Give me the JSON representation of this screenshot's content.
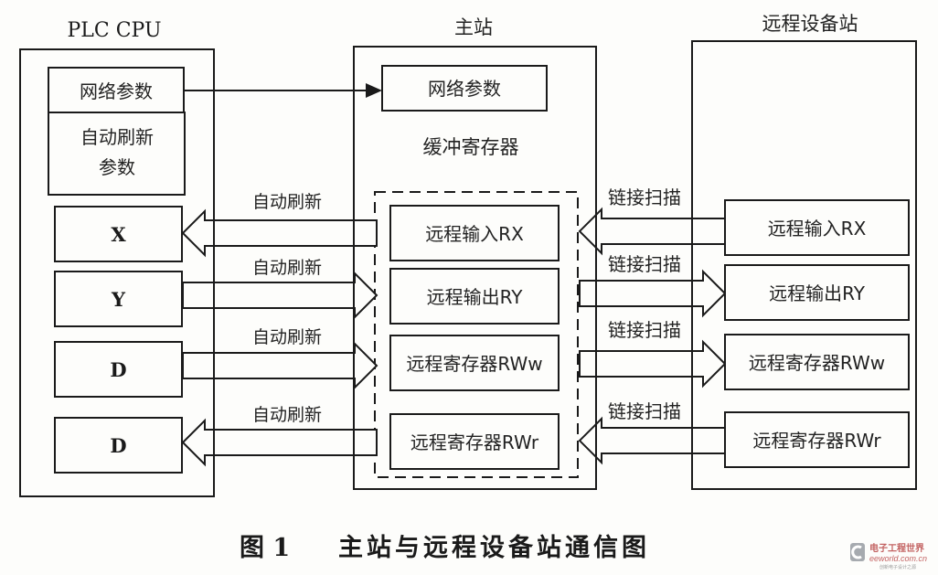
{
  "titles": {
    "plc": "PLC CPU",
    "master": "主站",
    "remote": "远程设备站"
  },
  "plc": {
    "network_params": "网络参数",
    "auto_refresh_params_line1": "自动刷新",
    "auto_refresh_params_line2": "参数",
    "devices": [
      "X",
      "Y",
      "D",
      "D"
    ]
  },
  "master": {
    "network_params": "网络参数",
    "buffer_label": "缓冲寄存器",
    "buffers": [
      "远程输入RX",
      "远程输出RY",
      "远程寄存器RWw",
      "远程寄存器RWr"
    ]
  },
  "remote": {
    "registers": [
      "远程输入RX",
      "远程输出RY",
      "远程寄存器RWw",
      "远程寄存器RWr"
    ]
  },
  "links": {
    "auto_refresh": [
      "自动刷新",
      "自动刷新",
      "自动刷新",
      "自动刷新"
    ],
    "link_scan": [
      "链接扫描",
      "链接扫描",
      "链接扫描",
      "链接扫描"
    ],
    "directions_plc_master": [
      "to-plc",
      "to-master",
      "to-master",
      "to-plc"
    ],
    "directions_master_remote": [
      "to-master",
      "to-remote",
      "to-remote",
      "to-master"
    ]
  },
  "caption": {
    "figure_no": "图 1",
    "text": "主站与远程设备站通信图"
  },
  "watermark": {
    "cn": "电子工程世界",
    "url": "eeworld.com.cn",
    "slogan": "创新电子设计之源"
  }
}
